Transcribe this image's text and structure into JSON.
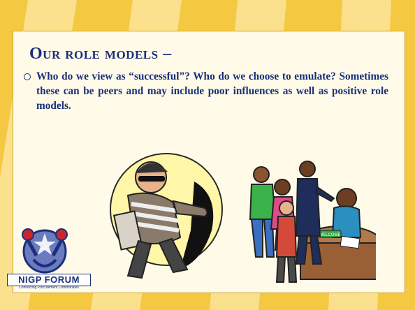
{
  "slide": {
    "title": "Our role models –",
    "bullet": "Who do we view as “successful”?  Who do we choose to emulate?  Sometimes these can be peers and may include poor influences as well as positive role models."
  },
  "logo": {
    "name": "NIGP FORUM",
    "tagline": "Connecting Procurement Communities"
  },
  "clipart": {
    "left": "burglar-clipart",
    "right": "group-with-receptionist-clipart",
    "sign_text": "WELCOME"
  },
  "colors": {
    "background": "#f5c842",
    "ray": "#fbe59a",
    "panel": "#fffbe8",
    "text": "#1b2f7c"
  }
}
